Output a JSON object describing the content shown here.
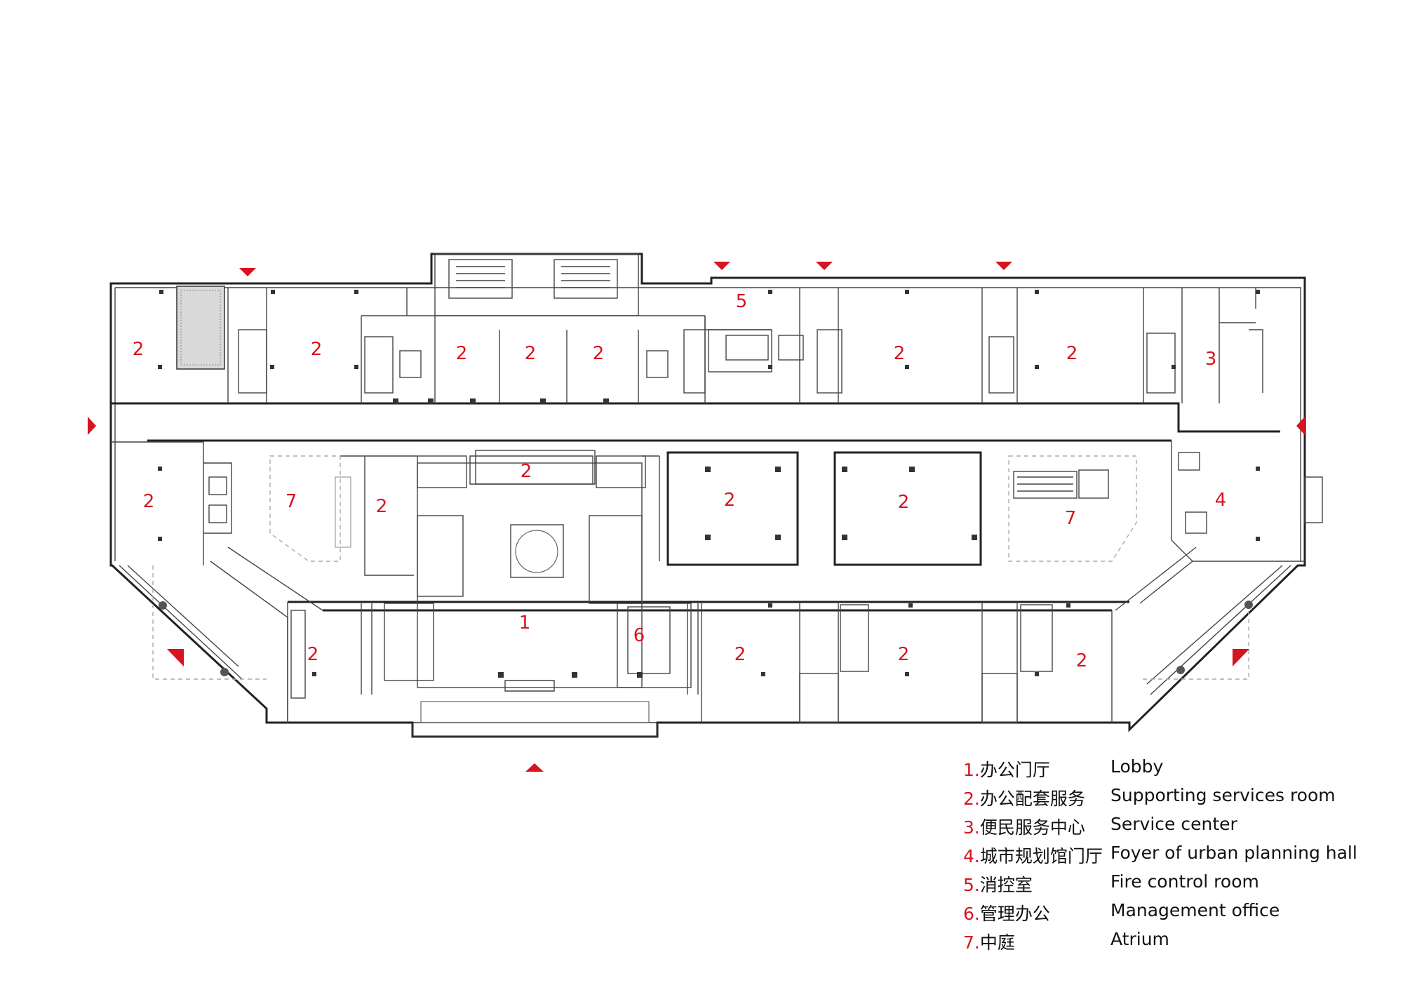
{
  "room_labels": [
    {
      "id": "r2a",
      "text": "2"
    },
    {
      "id": "r2b",
      "text": "2"
    },
    {
      "id": "r2c",
      "text": "2"
    },
    {
      "id": "r2d",
      "text": "2"
    },
    {
      "id": "r2e",
      "text": "2"
    },
    {
      "id": "r2f",
      "text": "2"
    },
    {
      "id": "r2g",
      "text": "2"
    },
    {
      "id": "r3",
      "text": "3"
    },
    {
      "id": "r5",
      "text": "5"
    },
    {
      "id": "r2h",
      "text": "2"
    },
    {
      "id": "r7a",
      "text": "7"
    },
    {
      "id": "r2i",
      "text": "2"
    },
    {
      "id": "r2j",
      "text": "2"
    },
    {
      "id": "r2k",
      "text": "2"
    },
    {
      "id": "r2l",
      "text": "2"
    },
    {
      "id": "r7b",
      "text": "7"
    },
    {
      "id": "r4",
      "text": "4"
    },
    {
      "id": "r1",
      "text": "1"
    },
    {
      "id": "r6",
      "text": "6"
    },
    {
      "id": "r2m",
      "text": "2"
    },
    {
      "id": "r2n",
      "text": "2"
    },
    {
      "id": "r2o",
      "text": "2"
    },
    {
      "id": "r2p",
      "text": "2"
    }
  ],
  "legend": [
    {
      "num": "1.",
      "cn": "办公门厅",
      "en": "Lobby"
    },
    {
      "num": "2.",
      "cn": "办公配套服务",
      "en": "Supporting services room"
    },
    {
      "num": "3.",
      "cn": "便民服务中心",
      "en": "Service center"
    },
    {
      "num": "4.",
      "cn": "城市规划馆门厅",
      "en": "Foyer of urban planning hall"
    },
    {
      "num": "5.",
      "cn": "消控室",
      "en": "Fire control room"
    },
    {
      "num": "6.",
      "cn": "管理办公",
      "en": "Management office"
    },
    {
      "num": "7.",
      "cn": "中庭",
      "en": "Atrium"
    }
  ],
  "colors": {
    "accent": "#d7141f",
    "line": "#222222"
  }
}
